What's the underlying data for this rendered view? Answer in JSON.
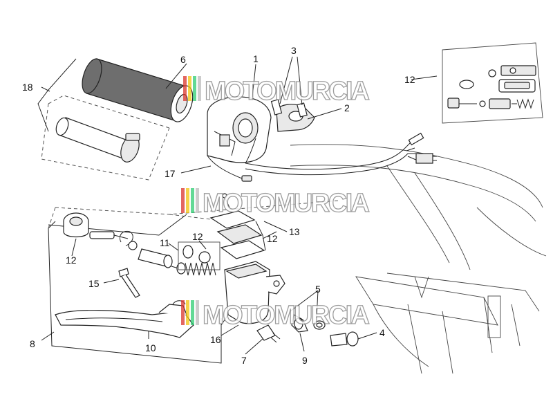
{
  "watermark": {
    "text": "MOTOMURCIA",
    "stripe_colors": [
      "#d9342b",
      "#f1c40f",
      "#2ecc71",
      "#bbbbbb"
    ]
  },
  "callouts": [
    {
      "id": "c1",
      "text": "1"
    },
    {
      "id": "c2",
      "text": "2"
    },
    {
      "id": "c3",
      "text": "3"
    },
    {
      "id": "c4",
      "text": "4"
    },
    {
      "id": "c5",
      "text": "5"
    },
    {
      "id": "c6",
      "text": "6"
    },
    {
      "id": "c7",
      "text": "7"
    },
    {
      "id": "c8",
      "text": "8"
    },
    {
      "id": "c9",
      "text": "9"
    },
    {
      "id": "c10",
      "text": "10"
    },
    {
      "id": "c11",
      "text": "11"
    },
    {
      "id": "c12a",
      "text": "12"
    },
    {
      "id": "c12b",
      "text": "12"
    },
    {
      "id": "c12c",
      "text": "12"
    },
    {
      "id": "c12d",
      "text": "12"
    },
    {
      "id": "c13",
      "text": "13"
    },
    {
      "id": "c15",
      "text": "15"
    },
    {
      "id": "c16",
      "text": "16"
    },
    {
      "id": "c17",
      "text": "17"
    },
    {
      "id": "c18",
      "text": "18"
    }
  ]
}
